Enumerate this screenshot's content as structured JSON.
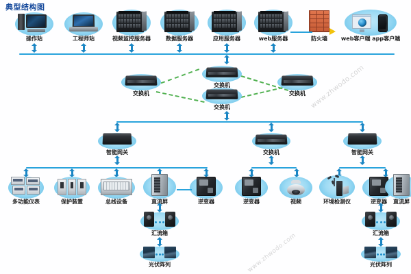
{
  "title": "典型结构图",
  "watermarks": [
    {
      "text": "www.zhwodo.com"
    },
    {
      "text": "www.zhwodo.com"
    }
  ],
  "colors": {
    "bus_line": "#29a3dc",
    "arrow": "#1b86c4",
    "ring_link": "#52b152",
    "plate": "#9fdbf4",
    "title": "#14489b",
    "firewall": "#e0754d",
    "yellow_arrow": "#f2c20c"
  },
  "tiers": [
    {
      "name": "station-level",
      "nodes": [
        {
          "label": "操作站",
          "icon": "desktop-icon"
        },
        {
          "label": "工程师站",
          "icon": "laptop-icon"
        },
        {
          "label": "视频监控服务器",
          "icon": "server-icon"
        },
        {
          "label": "数据服务器",
          "icon": "server-icon"
        },
        {
          "label": "应用服务器",
          "icon": "server-icon"
        },
        {
          "label": "web服务器",
          "icon": "server-icon"
        },
        {
          "label": "防火墙",
          "icon": "firewall-icon"
        },
        {
          "label": "web客户端 app客户端",
          "icon": "web-client-icon"
        }
      ]
    },
    {
      "name": "switch-ring",
      "nodes": [
        {
          "label": "交换机",
          "icon": "switch-icon"
        },
        {
          "label": "交换机",
          "icon": "switch-icon"
        },
        {
          "label": "交换机",
          "icon": "switch-icon"
        },
        {
          "label": "交换机",
          "icon": "switch-icon"
        }
      ]
    },
    {
      "name": "gateway-level",
      "nodes": [
        {
          "label": "智能网关",
          "icon": "gateway-icon"
        },
        {
          "label": "交换机",
          "icon": "switch-icon"
        },
        {
          "label": "智能网关",
          "icon": "gateway-icon"
        }
      ]
    },
    {
      "name": "device-level",
      "nodes": [
        {
          "label": "多功能仪表",
          "icon": "meter-icon"
        },
        {
          "label": "保护装置",
          "icon": "protection-icon"
        },
        {
          "label": "总线设备",
          "icon": "bus-device-icon"
        },
        {
          "label": "直流屏",
          "icon": "dc-panel-icon"
        },
        {
          "label": "逆变器",
          "icon": "inverter-icon"
        },
        {
          "label": "逆变器",
          "icon": "inverter-icon"
        },
        {
          "label": "视频",
          "icon": "camera-icon"
        },
        {
          "label": "环境检测仪",
          "icon": "env-monitor-icon"
        },
        {
          "label": "逆变器",
          "icon": "inverter-icon"
        },
        {
          "label": "直流屏",
          "icon": "dc-panel-icon"
        }
      ]
    },
    {
      "name": "combiner-level",
      "nodes": [
        {
          "label": "汇流箱",
          "icon": "combiner-box-icon"
        },
        {
          "label": "汇流箱",
          "icon": "combiner-box-icon"
        }
      ]
    },
    {
      "name": "array-level",
      "nodes": [
        {
          "label": "光伏阵列",
          "icon": "pv-array-icon"
        },
        {
          "label": "光伏阵列",
          "icon": "pv-array-icon"
        }
      ]
    }
  ]
}
